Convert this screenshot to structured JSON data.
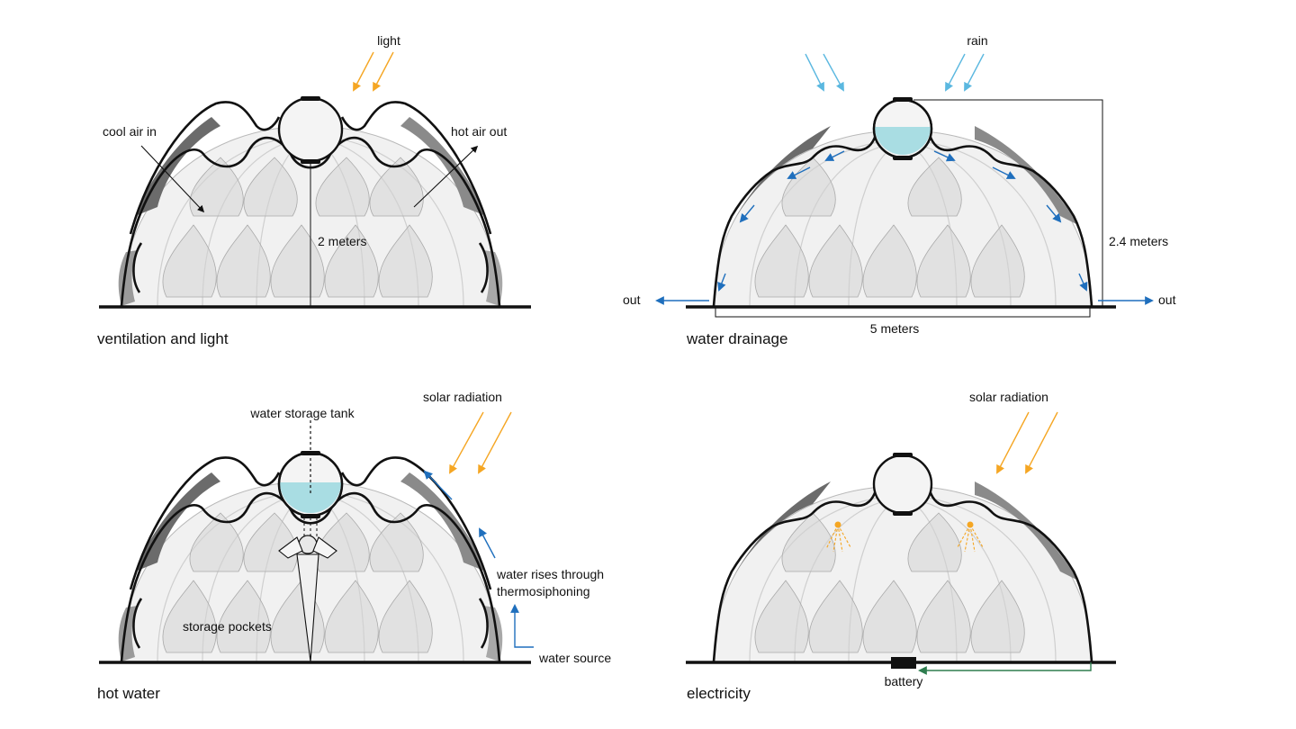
{
  "panels": {
    "ventilation": {
      "caption": "ventilation and light",
      "labels": {
        "light": "light",
        "cool_air": "cool air in",
        "hot_air": "hot air out",
        "height": "2 meters"
      }
    },
    "drainage": {
      "caption": "water drainage",
      "labels": {
        "rain": "rain",
        "height": "2.4 meters",
        "width": "5 meters",
        "out_left": "out",
        "out_right": "out"
      }
    },
    "hotwater": {
      "caption": "hot water",
      "labels": {
        "solar": "solar radiation",
        "tank": "water storage tank",
        "rises_1": "water rises through",
        "rises_2": "thermosiphoning",
        "pockets": "storage pockets",
        "source": "water source"
      }
    },
    "electricity": {
      "caption": "electricity",
      "labels": {
        "solar": "solar radiation",
        "battery": "battery"
      }
    }
  },
  "colors": {
    "light_arrow": "#f5a623",
    "rain_arrow": "#5bb8e0",
    "water_flow": "#1f6fbd",
    "battery_wire": "#2e7d4f",
    "water": "#a9dde3"
  }
}
